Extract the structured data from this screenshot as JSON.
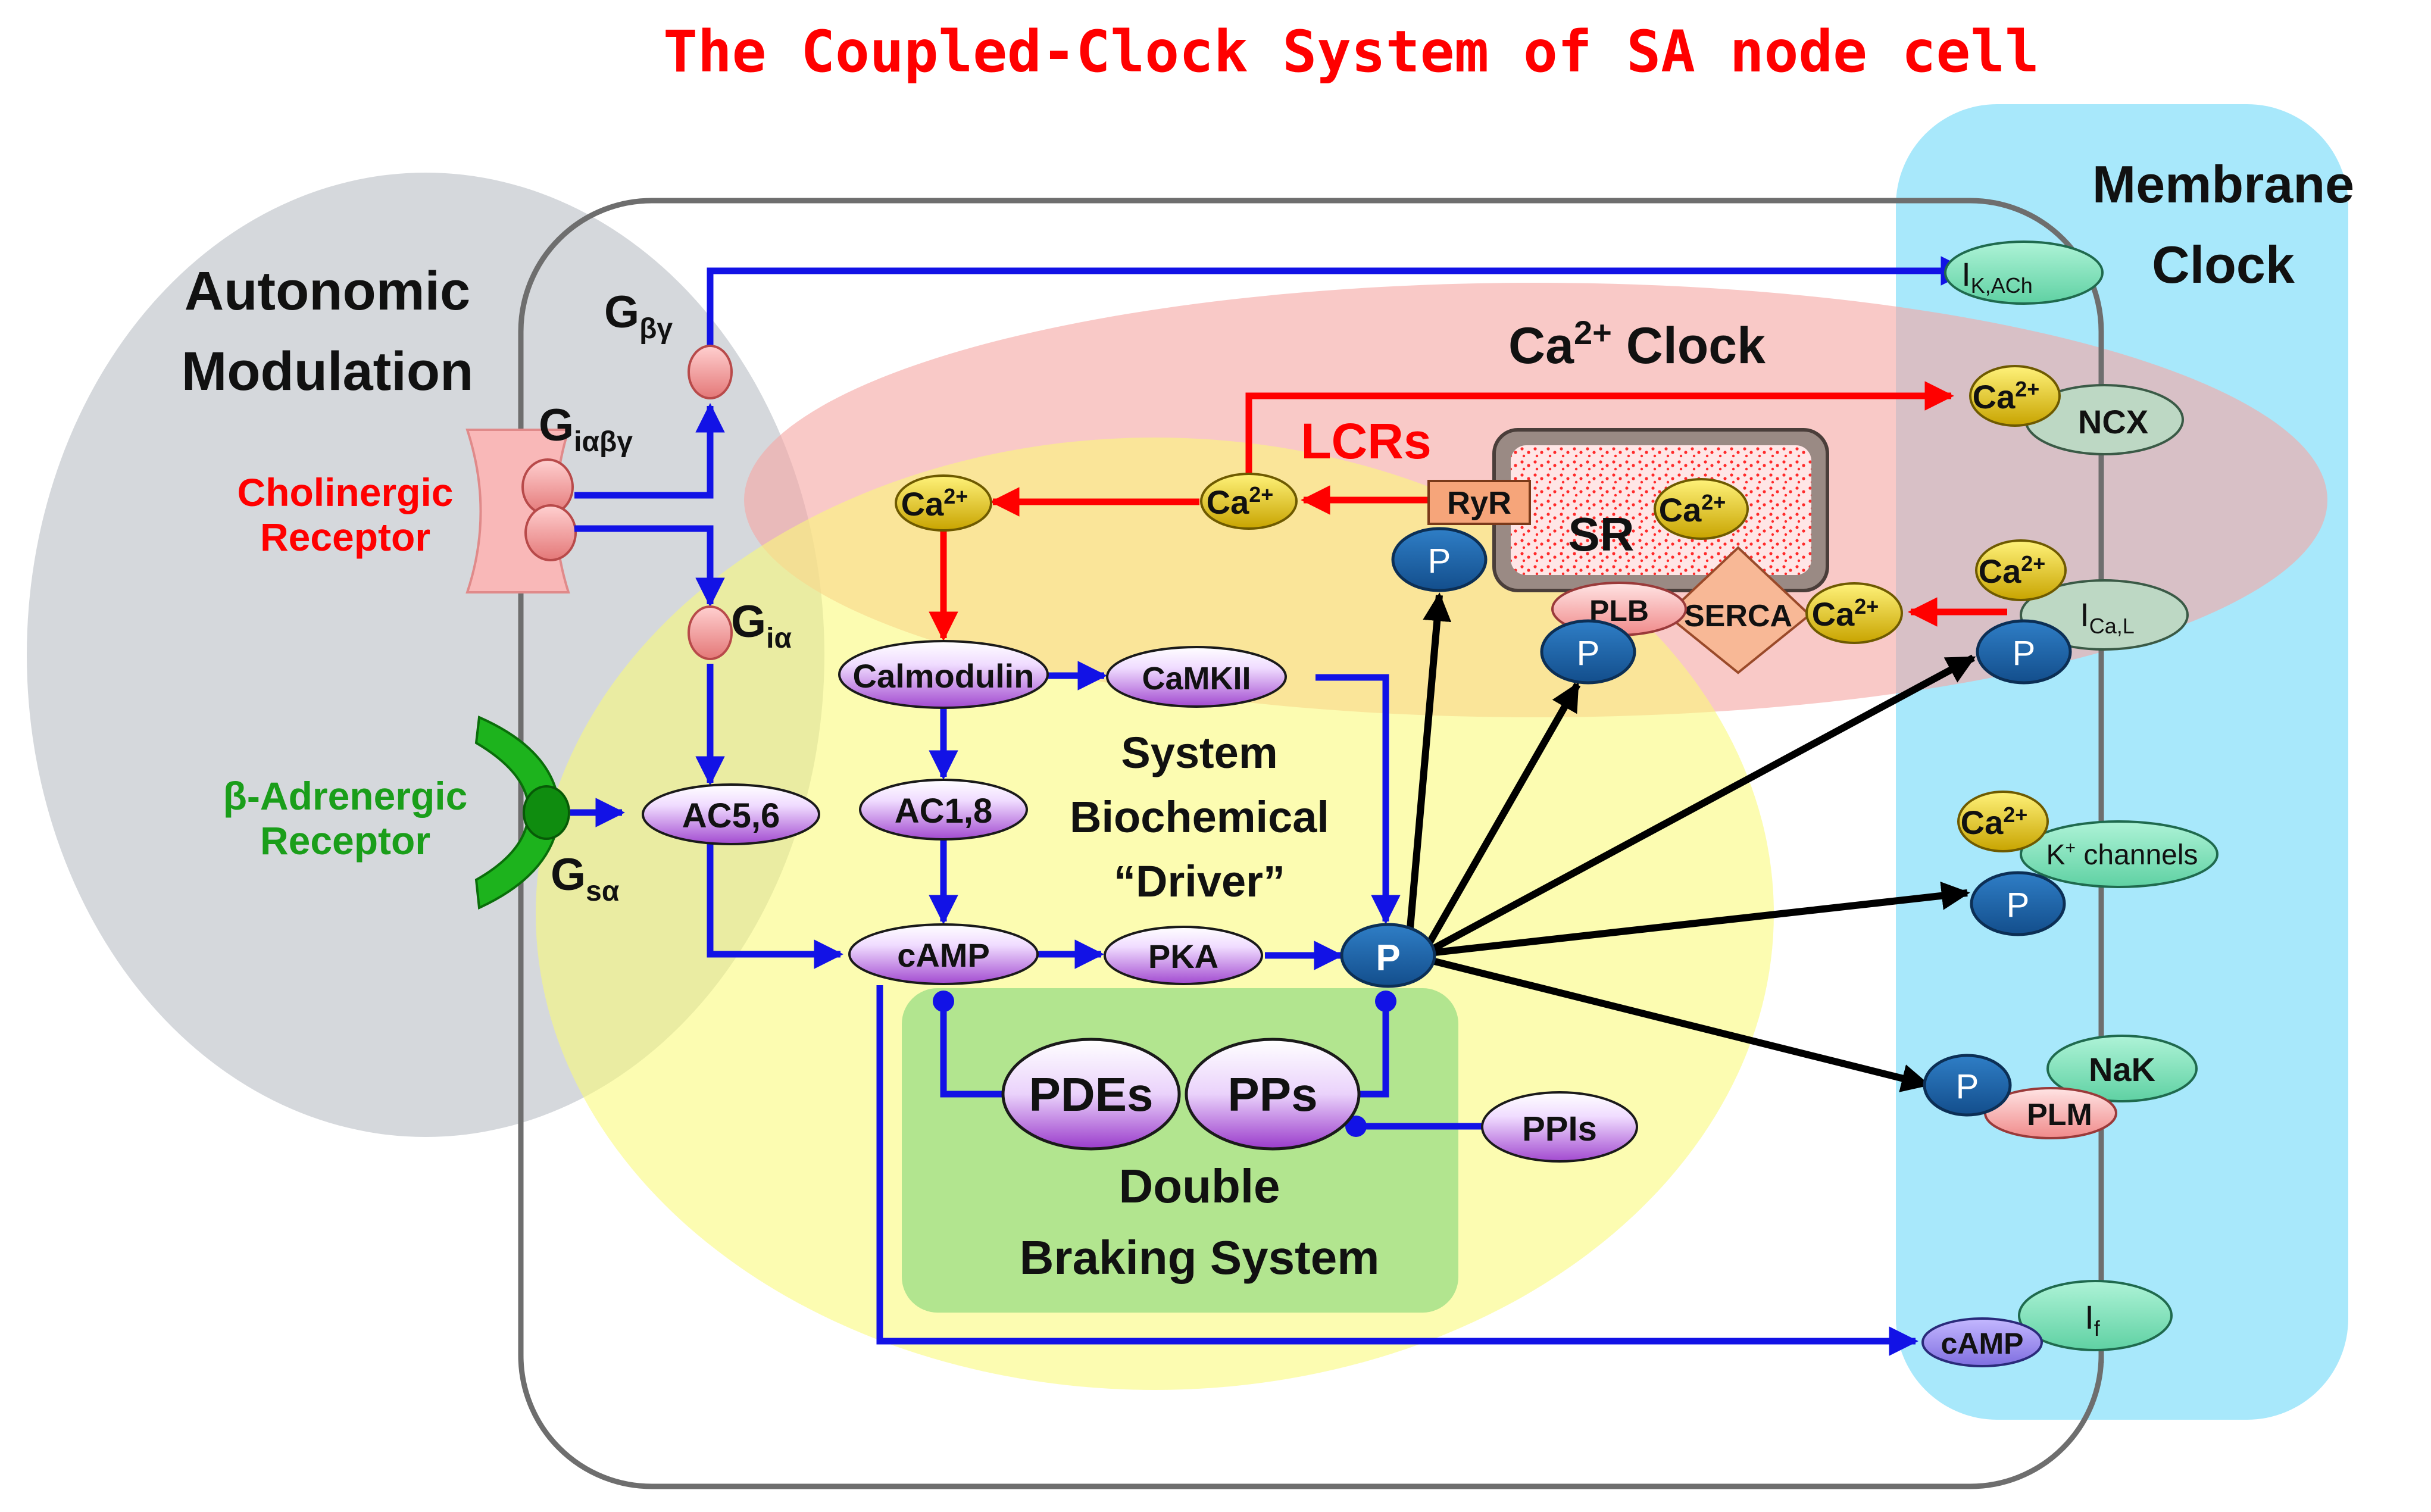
{
  "title": "The Coupled-Clock System of SA node cell",
  "regions": {
    "autonomic_line1": "Autonomic",
    "autonomic_line2": "Modulation",
    "membrane_line1": "Membrane",
    "membrane_line2": "Clock",
    "ca_clock_prefix": "Ca",
    "ca_clock_sup": "2+",
    "ca_clock_suffix": " Clock",
    "driver_line1": "System",
    "driver_line2": "Biochemical",
    "driver_line3": "“Driver”",
    "braking_line1": "Double",
    "braking_line2": "Braking System"
  },
  "receptors": {
    "cholinergic_line1": "Cholinergic",
    "cholinergic_line2": "Receptor",
    "adrenergic_line1": "β-Adrenergic",
    "adrenergic_line2": "Receptor"
  },
  "g_proteins": {
    "g": "G",
    "beta_gamma": "βγ",
    "i_alpha_beta_gamma": "iαβγ",
    "i_alpha": "iα",
    "s_alpha": "sα"
  },
  "nodes": {
    "ac56": "AC5,6",
    "ac18": "AC1,8",
    "calmodulin": "Calmodulin",
    "camkii": "CaMKII",
    "camp": "cAMP",
    "pka": "PKA",
    "pdes": "PDEs",
    "pps": "PPs",
    "ppis": "PPIs",
    "p": "P",
    "ryr": "RyR",
    "sr": "SR",
    "plb": "PLB",
    "serca": "SERCA",
    "lcrs": "LCRs",
    "ca": "Ca",
    "ca_sup": "2+"
  },
  "membrane_items": {
    "ikach_main": "I",
    "ikach_sub": "K,ACh",
    "ncx": "NCX",
    "ical_main": "I",
    "ical_sub": "Ca,L",
    "k_main": "K",
    "k_sup": "+",
    "k_rest": " channels",
    "nak": "NaK",
    "plm": "PLM",
    "camp": "cAMP",
    "if_main": "I",
    "if_sub": "f"
  },
  "colors": {
    "title": "#ff0000",
    "autonomic_region": "#d5d8dc",
    "membrane_region": "#a8e8fb",
    "ca_clock_region": "#f9c4c0",
    "driver_region": "#fafaa0",
    "braking_region": "#b2e58f",
    "blue_arrow": "#1212e6",
    "red_arrow": "#ff0000",
    "black_arrow": "#000000",
    "calcium": "#e0c000",
    "phospho": "#1a62b0",
    "enzyme": "#b060d8",
    "channel": "#7fe0bb",
    "g_protein": "#f19a9a",
    "adrenergic_green": "#1db31d"
  }
}
